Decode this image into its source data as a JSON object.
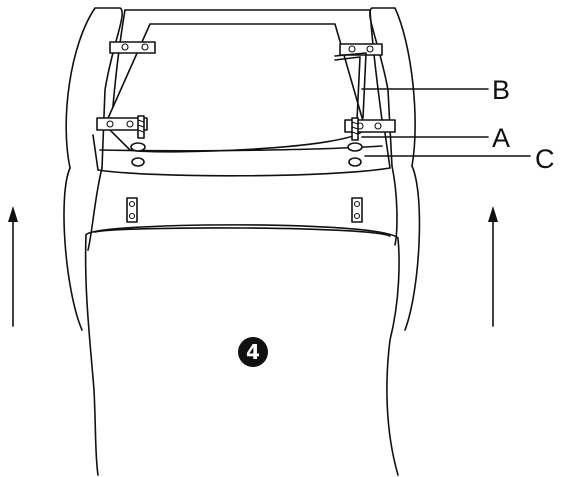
{
  "labels": {
    "a": "A",
    "b": "B",
    "c": "C"
  },
  "step": "4",
  "colors": {
    "ink": "#111111",
    "paper": "#ffffff"
  }
}
